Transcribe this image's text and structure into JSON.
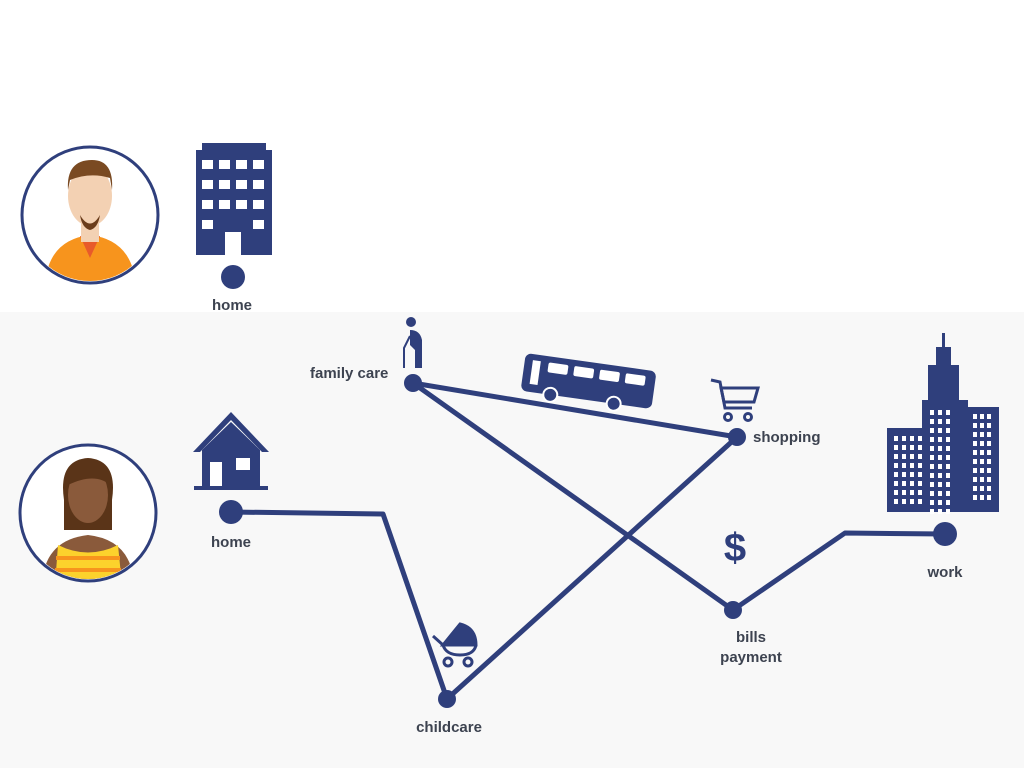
{
  "colors": {
    "navy": "#2f3f7c",
    "orange": "#f7941d",
    "skin_light": "#f3d1b3",
    "skin_dark": "#8a5a3b",
    "hair_brown": "#7a4a22",
    "yellow": "#fcd22c"
  },
  "man": {
    "home_label": "home"
  },
  "woman": {
    "home_label": "home",
    "stops": {
      "childcare": "childcare",
      "family_care": "family care",
      "shopping": "shopping",
      "bills_line1": "bills",
      "bills_line2": "payment",
      "work": "work"
    }
  },
  "icons": {
    "dollar": "$"
  }
}
